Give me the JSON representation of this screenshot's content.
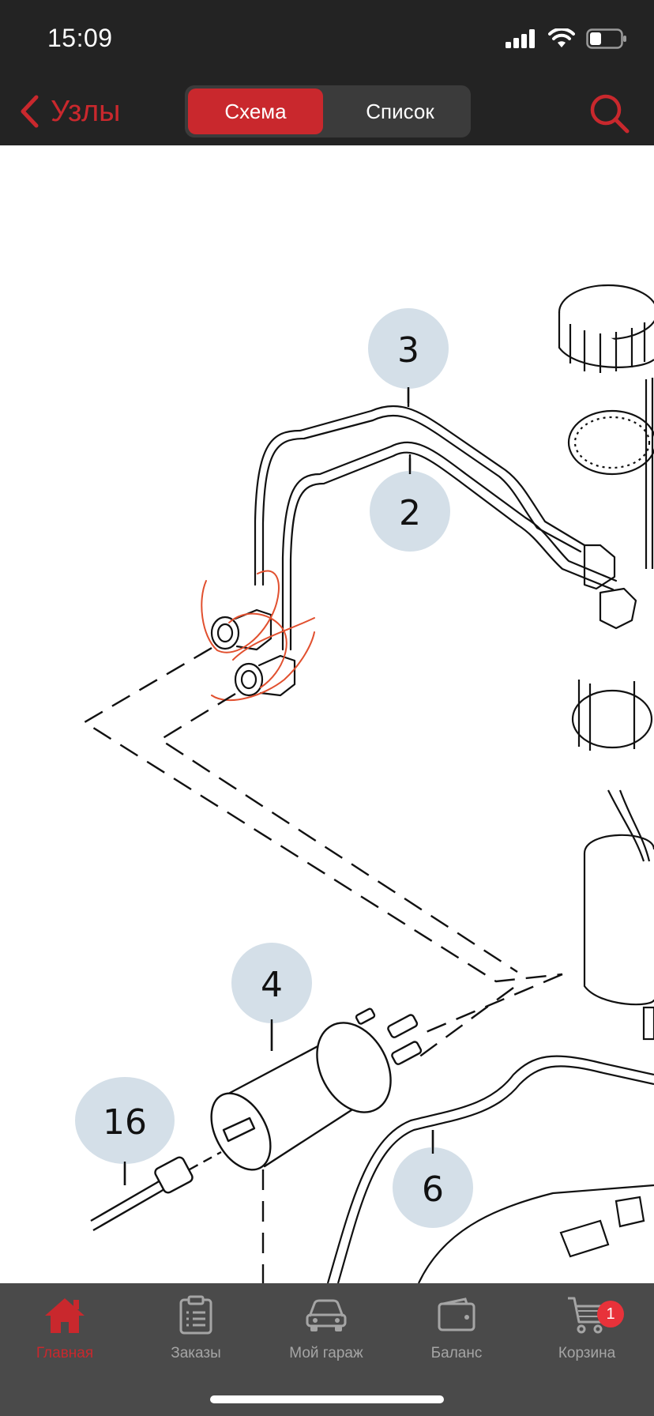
{
  "status_bar": {
    "time": "15:09",
    "icons": [
      "signal-icon",
      "wifi-icon",
      "battery-icon"
    ]
  },
  "nav": {
    "back_label": "Узлы",
    "segments": [
      "Схема",
      "Список"
    ],
    "selected_segment": "Схема",
    "search_icon": "search-icon"
  },
  "diagram": {
    "callouts": [
      "3",
      "2",
      "4",
      "16",
      "6"
    ]
  },
  "tab_bar": {
    "tabs": [
      {
        "label": "Главная",
        "icon": "home-icon",
        "active": true
      },
      {
        "label": "Заказы",
        "icon": "clipboard-icon",
        "active": false
      },
      {
        "label": "Мой гараж",
        "icon": "car-icon",
        "active": false
      },
      {
        "label": "Баланс",
        "icon": "wallet-icon",
        "active": false
      },
      {
        "label": "Корзина",
        "icon": "cart-icon",
        "active": false,
        "badge": "1"
      }
    ]
  },
  "colors": {
    "accent": "#c9282d",
    "bar_bg": "#232323",
    "tab_bg": "#4a4a4a",
    "callout_bg": "#d4dfe8"
  }
}
